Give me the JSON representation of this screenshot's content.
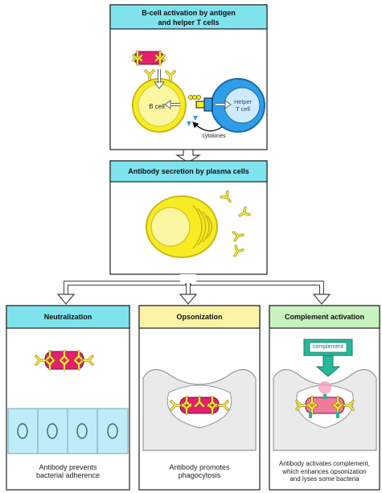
{
  "top_panel": {
    "title": "B-cell activation by antigen\nand helper T cells",
    "b_cell_label": "B cell",
    "helper_t_label": "Helper\nT cell",
    "cytokines_label": "cytokines"
  },
  "middle_panel": {
    "title": "Antibody secretion by plasma cells"
  },
  "effector_panels": [
    {
      "title": "Neutralization",
      "caption": "Antibody prevents\nbacterial adherence"
    },
    {
      "title": "Opsonization",
      "caption": "Antibody promotes\nphagocytosis"
    },
    {
      "title": "Complement activation",
      "complement_label": "complement",
      "caption": "Antibody activates complement,\nwhich enhances opsonization\nand lyses some bacteria"
    }
  ],
  "colors": {
    "header_cyan": "#7fe3ee",
    "header_yellow": "#fbf3a6",
    "header_green": "#c8f2c0",
    "b_cell_yellow": "#f7ec23",
    "t_cell_blue": "#2f9ee8",
    "antigen_magenta": "#e51e6e",
    "complement_teal": "#27b89a",
    "epithelium": "#bfecf6"
  }
}
